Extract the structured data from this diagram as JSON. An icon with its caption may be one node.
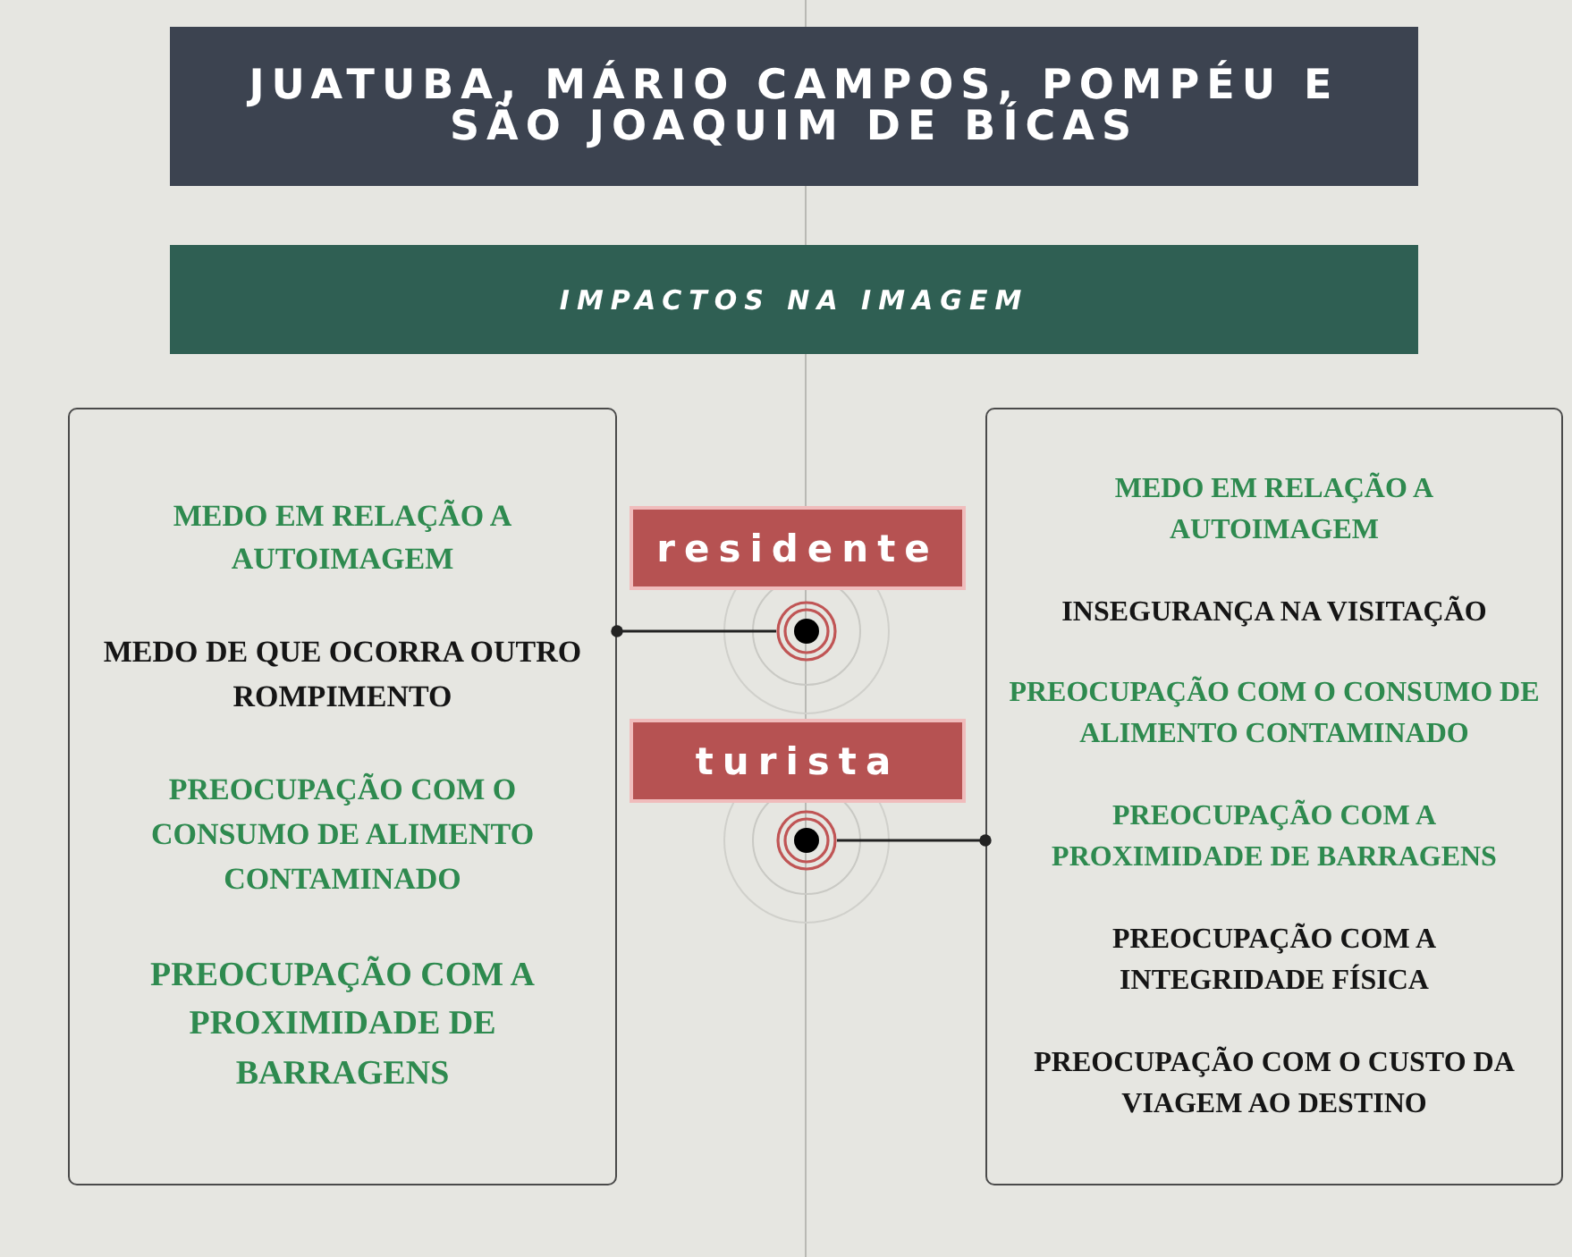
{
  "diagram": {
    "nodes": [
      {
        "text": [
          "JUATUBA, MÁRIO CAMPOS, POMPÉU E SÃO JOAQUIM DE BÍCAS"
        ]
      },
      {
        "text": [
          "IMPACTOS NA IMAGEM"
        ]
      },
      {
        "text": [
          "MEDO EM RELAÇÃO A AUTOIMAGEM",
          "MEDO DE QUE OCORRA OUTRO ROMPIMENTO",
          "PREOCUPAÇÃO COM O CONSUMO DE ALIMENTO CONTAMINADO",
          "PREOCUPAÇÃO COM A PROXIMIDADE DE BARRAGENS"
        ]
      },
      {
        "text": [
          "residente"
        ]
      },
      {
        "text": [],
        "shape": "circle"
      },
      {
        "text": [
          "turista"
        ]
      },
      {
        "text": [],
        "shape": "circle"
      },
      {
        "text": [
          "MEDO EM RELAÇÃO A AUTOIMAGEM",
          "INSEGURANÇA NA VISITAÇÃO",
          "PREOCUPAÇÃO COM O CONSUMO DE ALIMENTO CONTAMINADO",
          "PREOCUPAÇÃO COM A PROXIMIDADE DE BARRAGENS",
          "PREOCUPAÇÃO COM A INTEGRIDADE FÍSICA",
          "PREOCUPAÇÃO COM O CUSTO DA VIAGEM AO DESTINO"
        ]
      }
    ],
    "edges": [
      {
        "from": 4,
        "to": 2,
        "arrow": "other"
      },
      {
        "from": 6,
        "to": 7,
        "arrow": "other"
      }
    ]
  }
}
